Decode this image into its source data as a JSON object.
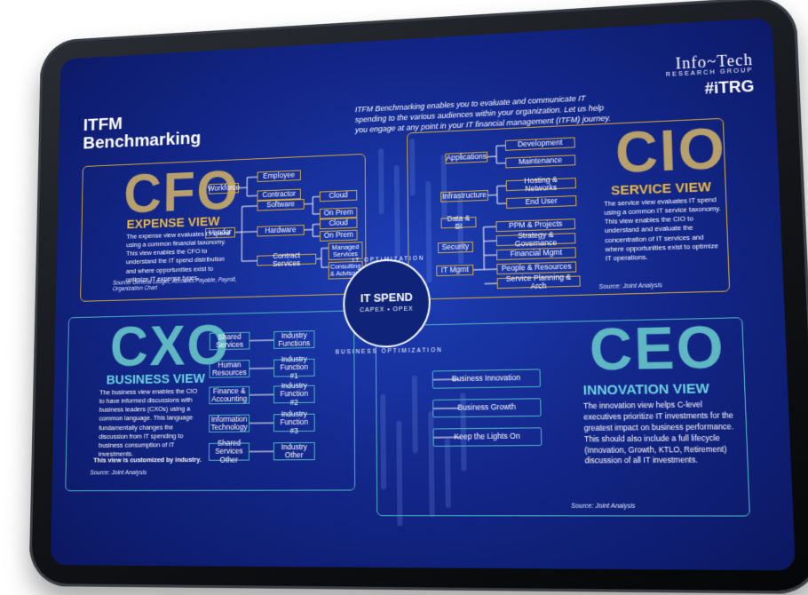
{
  "header": {
    "title_line1": "ITFM",
    "title_line2": "Benchmarking",
    "intro": "ITFM Benchmarking enables you to evaluate and communicate IT spending to the various audiences within your organization. Let us help you engage at any point in your IT financial management (ITFM) journey."
  },
  "logo": {
    "line1": "Info~Tech",
    "line2": "RESEARCH GROUP",
    "line3": "#iTRG"
  },
  "center": {
    "title": "IT SPEND",
    "subtitle": "CAPEX • OPEX",
    "arc_top": "IT OPTIMIZATION",
    "arc_bottom": "BUSINESS OPTIMIZATION"
  },
  "cfo": {
    "big": "CFO",
    "view": "EXPENSE VIEW",
    "desc": "The expense view evaluates IT spend using a common financial taxonomy. This view enables the CFO to understand the IT spend distribution and where opportunities exist to optimize IT expense types.",
    "source": "Source: General Ledger, Accounts Payable, Payroll, Organization Chart",
    "workforce": "Workforce",
    "vendor": "Vendor",
    "employee": "Employee",
    "contractor": "Contractor",
    "software": "Software",
    "hardware": "Hardware",
    "contract_services": "Contract Services",
    "cloud1": "Cloud",
    "onprem1": "On Prem",
    "cloud2": "Cloud",
    "onprem2": "On Prem",
    "managed": "Managed Services",
    "consulting": "Consulting & Advisory"
  },
  "cio": {
    "big": "CIO",
    "view": "SERVICE VIEW",
    "desc": "The service view evaluates IT spend using a common IT service taxonomy. This view enables the CIO to understand and evaluate the concentration of IT services and where opportunities exist to optimize IT operations.",
    "source": "Source: Joint Analysis",
    "applications": "Applications",
    "infrastructure": "Infrastructure",
    "data_bi": "Data & BI",
    "security": "Security",
    "it_mgmt": "IT Mgmt",
    "development": "Development",
    "maintenance": "Maintenance",
    "hosting": "Hosting & Networks",
    "end_user": "End User",
    "ppm": "PPM & Projects",
    "strategy": "Strategy & Governance",
    "financial": "Financial Mgmt",
    "people": "People & Resources",
    "service_planning": "Service Planning & Arch"
  },
  "cxo": {
    "big": "CXO",
    "view": "BUSINESS VIEW",
    "desc": "The business view enables the CIO to have informed discussions with business leaders (CXOs) using a common language. This language fundamentally changes the discussion from IT spending to business consumption of IT investments.",
    "custom": "This view is customized by industry.",
    "source": "Source: Joint Analysis",
    "left_items": [
      "Shared Services",
      "Human Resources",
      "Finance & Accounting",
      "Information Technology",
      "Shared Services Other"
    ],
    "right_items": [
      "Industry Functions",
      "Industry Function #1",
      "Industry Function #2",
      "Industry Function #3",
      "Industry Other"
    ]
  },
  "ceo": {
    "big": "CEO",
    "view": "INNOVATION VIEW",
    "desc": "The innovation view helps C-level executives prioritize IT investments for the greatest impact on business performance. This should also include a full lifecycle (Innovation, Growth, KTLO, Retirement) discussion of all IT investments.",
    "source": "Source: Joint Analysis",
    "items": [
      "Business Innovation",
      "Business Growth",
      "Keep the Lights On"
    ]
  },
  "colors": {
    "gold": "#d4aa3c",
    "teal": "#4fb3c4",
    "screen": "#13278a"
  }
}
